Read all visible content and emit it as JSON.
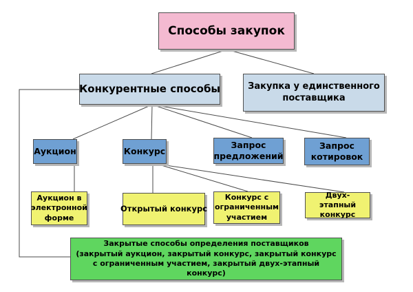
{
  "diagram": {
    "title": "Способы закупок",
    "type": "hierarchy",
    "colors": {
      "root_fill": "#f4bad1",
      "level2_fill": "#c9dae9",
      "level3_fill": "#6fa0d3",
      "leaf_fill": "#f0f271",
      "summary_fill": "#5fd65f",
      "line": "#4a4a4a",
      "border": "#4f4f4f",
      "text": "#000000",
      "background": "#ffffff"
    },
    "nodes": {
      "root": {
        "label": "Способы закупок",
        "fill": "#f4bad1"
      },
      "competitive": {
        "label": "Конкурентные способы",
        "fill": "#c9dae9"
      },
      "single": {
        "label": "Закупка у единственного\nпоставщика",
        "fill": "#c9dae9"
      },
      "auction": {
        "label": "Аукцион",
        "fill": "#6fa0d3"
      },
      "tender": {
        "label": "Конкурс",
        "fill": "#6fa0d3"
      },
      "rfp": {
        "label": "Запрос\nпредложений",
        "fill": "#6fa0d3"
      },
      "rfq": {
        "label": "Запрос\nкотировок",
        "fill": "#6fa0d3"
      },
      "eauction": {
        "label": "Аукцион в\nэлектронной\nформе",
        "fill": "#f0f271"
      },
      "open": {
        "label": "Открытый конкурс",
        "fill": "#f0f271"
      },
      "limited": {
        "label": "Конкурс с\nограниченным\nучастием",
        "fill": "#f0f271"
      },
      "twostage": {
        "label": "Двух-этапный\nконкурс",
        "fill": "#f0f271"
      },
      "closed": {
        "label": "Закрытые способы определения поставщиков\n(закрытый аукцион, закрытый конкурс, закрытый конкурс\nс ограниченным участием, закрытый двух-этапный конкурс)",
        "fill": "#5fd65f"
      }
    }
  }
}
